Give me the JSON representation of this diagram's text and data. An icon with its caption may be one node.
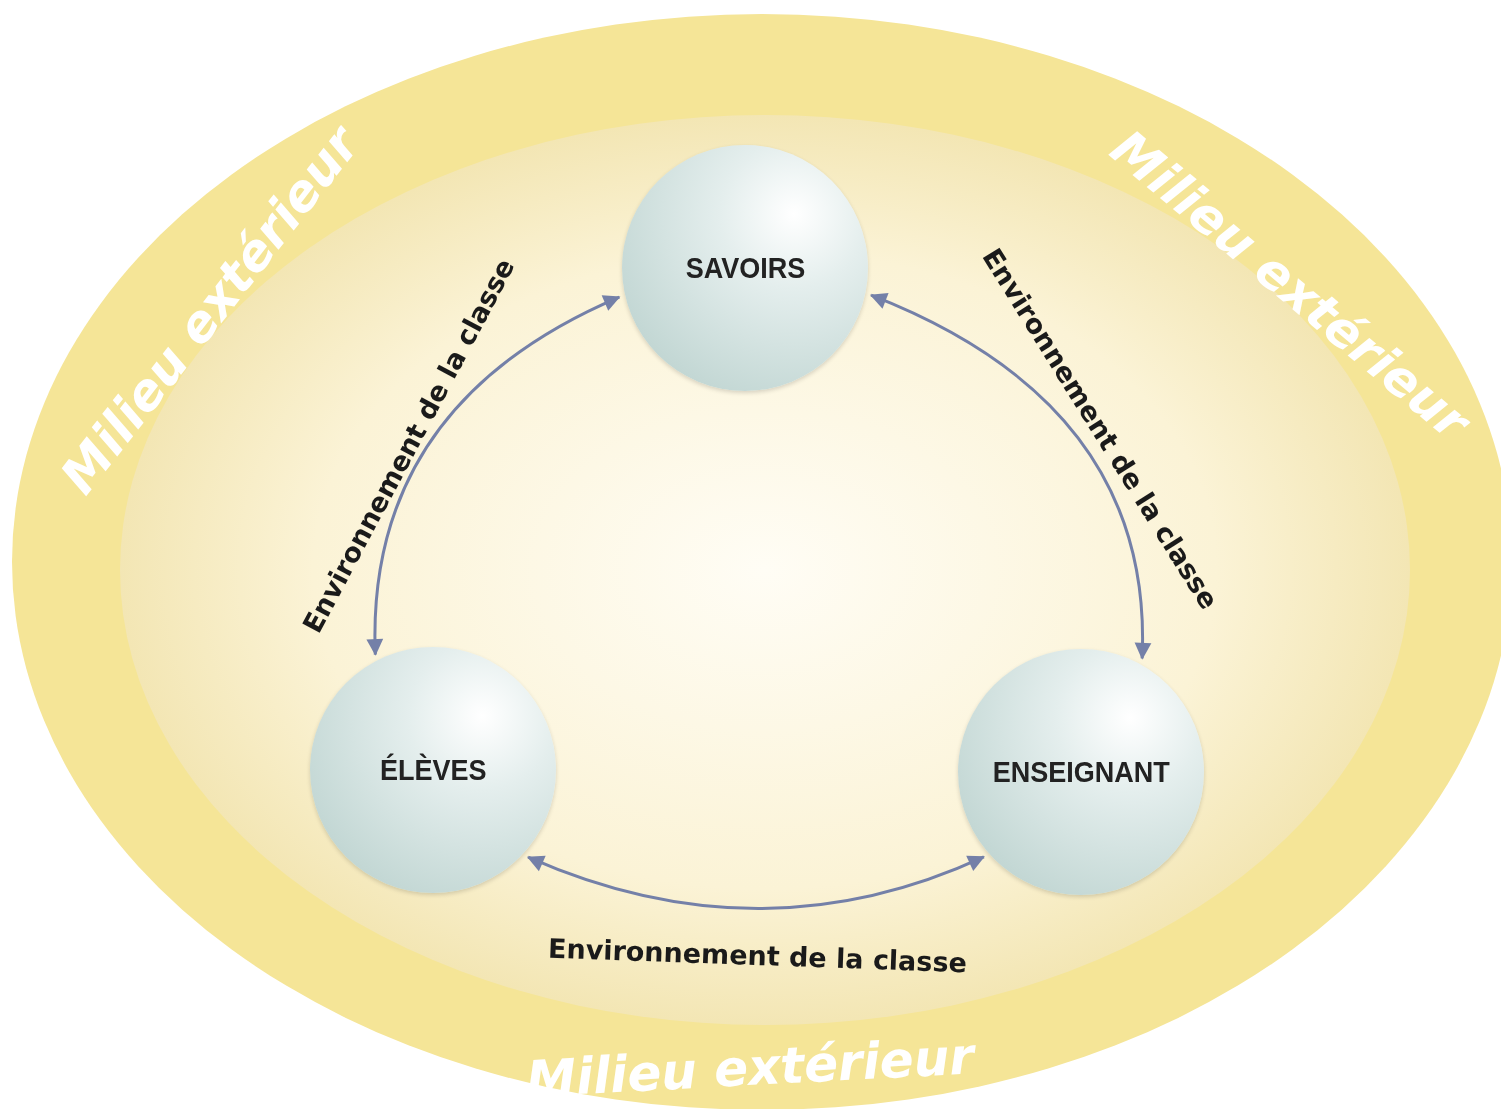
{
  "diagram": {
    "nodes": [
      {
        "text": [
          "Milieu extérieur",
          "Milieu extérieur",
          "Milieu extérieur"
        ]
      },
      {
        "text": [
          "SAVOIRS"
        ],
        "in": 0
      },
      {
        "text": [
          "ÉLÈVES"
        ],
        "in": 0
      },
      {
        "text": [
          "ENSEIGNANT"
        ],
        "in": 0
      }
    ],
    "edges": [
      {
        "from": 2,
        "to": 1,
        "arrow": "both",
        "label": "Environnement de la classe"
      },
      {
        "from": 1,
        "to": 3,
        "arrow": "both",
        "label": "Environnement de la classe"
      },
      {
        "from": 2,
        "to": 3,
        "arrow": "both",
        "label": "Environnement de la classe"
      }
    ]
  }
}
